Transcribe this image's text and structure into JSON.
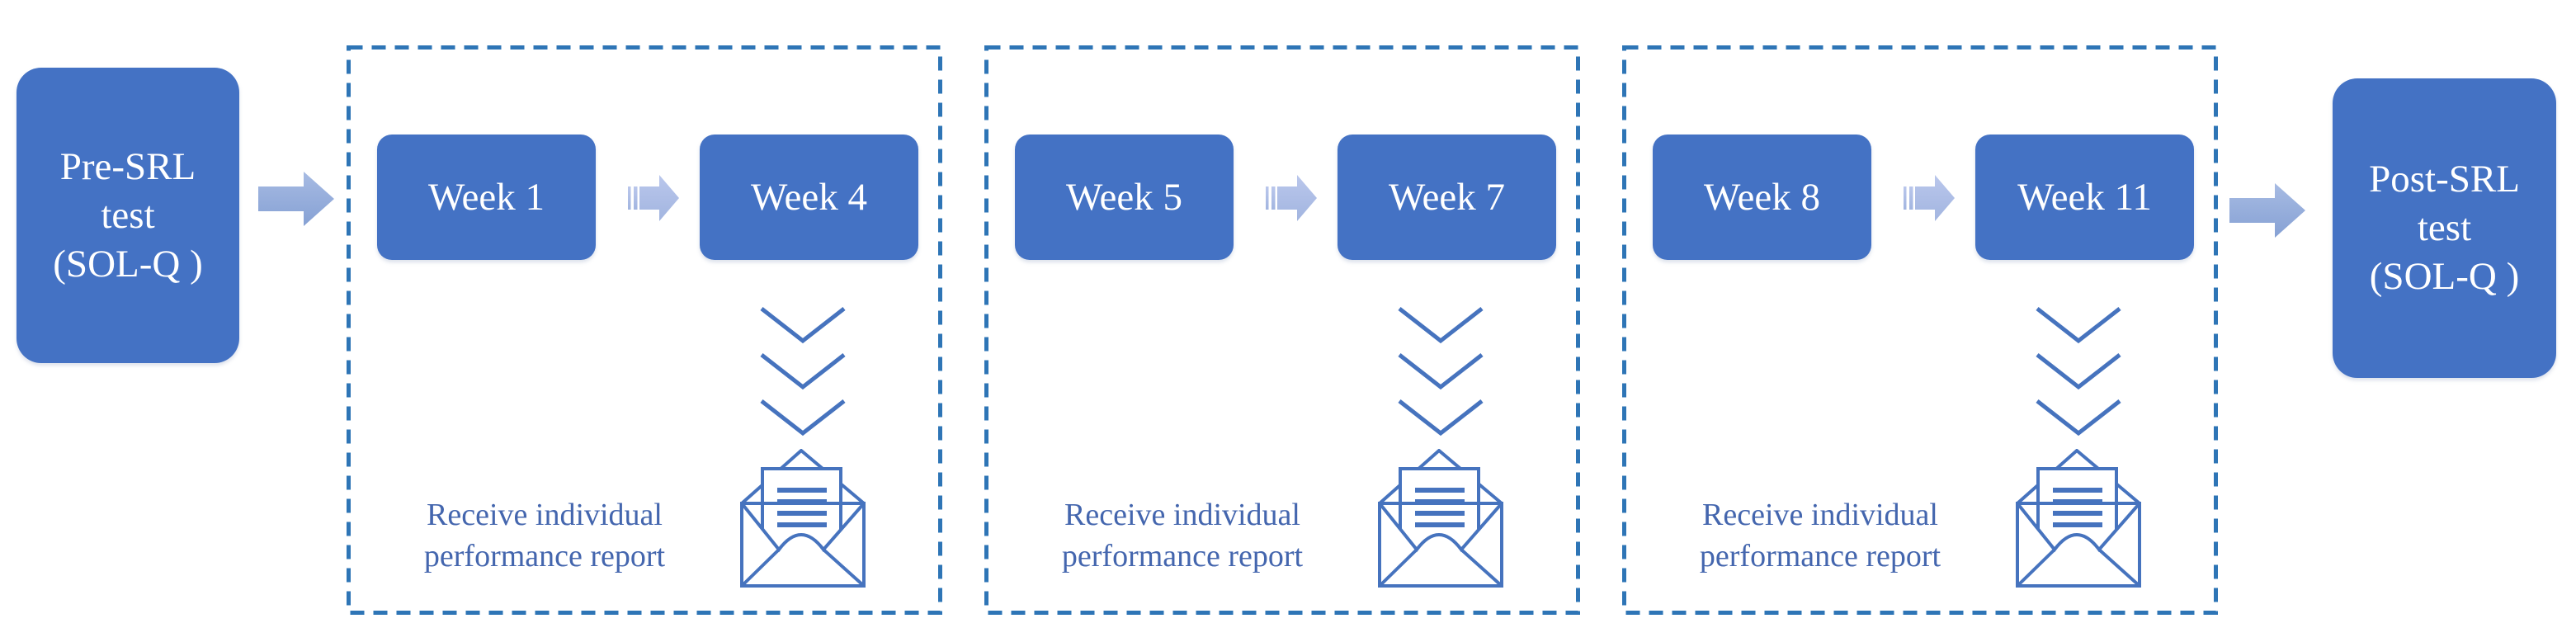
{
  "diagram": {
    "kind": "study-procedure-flowchart",
    "start_node": {
      "line1": "Pre-SRL",
      "line2": "test",
      "line3": "(SOL-Q )"
    },
    "end_node": {
      "line1": "Post-SRL",
      "line2": "test",
      "line3": "(SOL-Q )"
    },
    "phases": [
      {
        "start_week": "Week 1",
        "end_week": "Week 4",
        "report_line1": "Receive individual",
        "report_line2": "performance report"
      },
      {
        "start_week": "Week 5",
        "end_week": "Week 7",
        "report_line1": "Receive individual",
        "report_line2": "performance report"
      },
      {
        "start_week": "Week 8",
        "end_week": "Week 11",
        "report_line1": "Receive individual",
        "report_line2": "performance report"
      }
    ],
    "icons": {
      "flow_arrow": "right-block-arrow",
      "striped_arrow": "striped-right-arrow",
      "chevrons": "triple-chevron-down",
      "envelope": "open-envelope-with-letter"
    },
    "palette": {
      "node_fill": "#4472C4",
      "dashed_border": "#2E75B6",
      "big_arrow_top": "#A7BBE3",
      "big_arrow_bottom": "#86A1D4",
      "striped_arrow_top": "#BAC7EC",
      "striped_arrow_bottom": "#A2B5E0",
      "icon_stroke": "#4673BE",
      "report_text": "#4466AE",
      "node_text": "#FFFFFF",
      "background": "#FFFFFF"
    }
  }
}
